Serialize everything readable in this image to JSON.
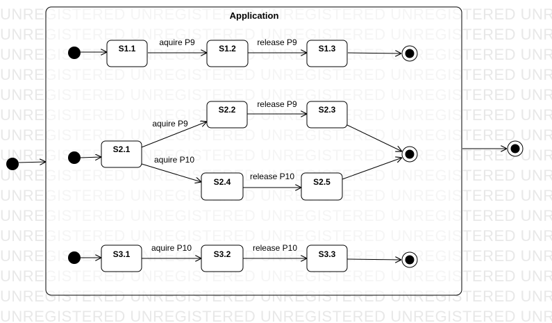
{
  "watermark": "UNREGISTERED",
  "diagram": {
    "title": "Application",
    "states": {
      "s11": "S1.1",
      "s12": "S1.2",
      "s13": "S1.3",
      "s21": "S2.1",
      "s22": "S2.2",
      "s23": "S2.3",
      "s24": "S2.4",
      "s25": "S2.5",
      "s31": "S3.1",
      "s32": "S3.2",
      "s33": "S3.3"
    },
    "transitions": {
      "s11_s12": "aquire P9",
      "s12_s13": "release P9",
      "s21_s22": "aquire P9",
      "s22_s23": "release P9",
      "s21_s24": "aquire P10",
      "s24_s25": "release P10",
      "s31_s32": "aquire P10",
      "s32_s33": "release P10"
    }
  }
}
